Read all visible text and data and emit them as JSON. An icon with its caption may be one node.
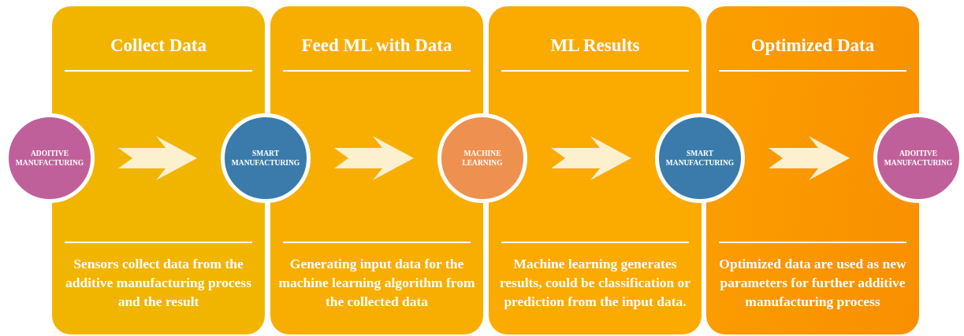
{
  "diagram": {
    "nodes": [
      {
        "text": [
          "Collect Data",
          "Sensors collect data from the additive manufacturing process and the result"
        ]
      },
      {
        "text": [
          "Feed ML with Data",
          "Generating input data for the machine learning algorithm from the collected data"
        ]
      },
      {
        "text": [
          "ML Results",
          "Machine learning generates results, could be classification or prediction from the input data."
        ]
      },
      {
        "text": [
          "Optimized Data",
          "Optimized data are used as new parameters for further additive manufacturing process"
        ]
      },
      {
        "text": [
          "ADOITIVE MANUFACTURING"
        ]
      },
      {
        "text": [
          "SMART MANUFACTURING"
        ]
      },
      {
        "text": [
          "MACHINE LEARNING"
        ]
      },
      {
        "text": [
          "SMART MANUFACTURING"
        ]
      },
      {
        "text": [
          "ADOITIVE MANUFACTURING"
        ]
      }
    ],
    "edges": [
      {
        "from": 4,
        "to": 5,
        "arrow": "to"
      },
      {
        "from": 5,
        "to": 6,
        "arrow": "to"
      },
      {
        "from": 6,
        "to": 7,
        "arrow": "to"
      },
      {
        "from": 7,
        "to": 8,
        "arrow": "to"
      }
    ]
  }
}
